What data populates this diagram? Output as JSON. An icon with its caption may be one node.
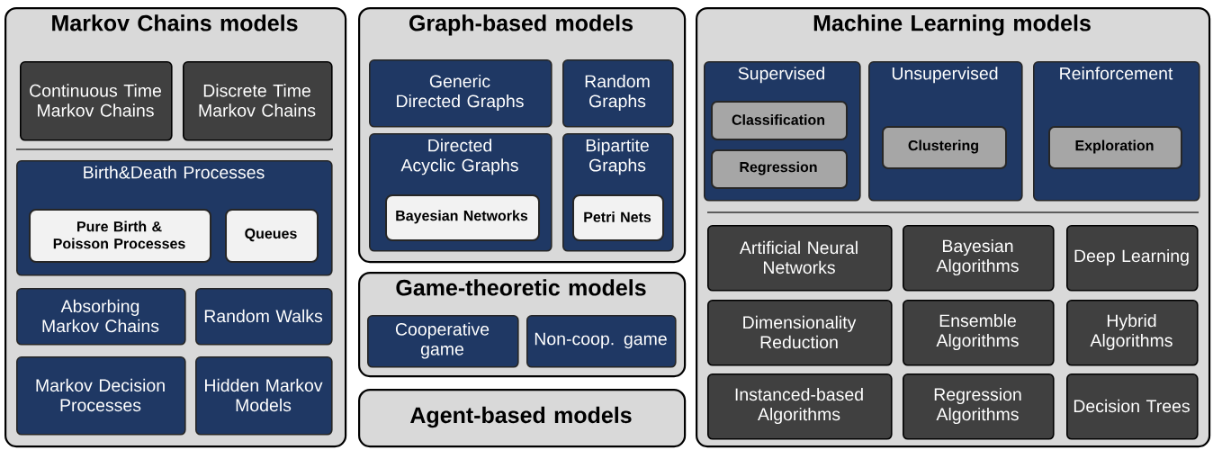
{
  "diagram": {
    "nodes": [
      {
        "text": [
          "Markov Chains models"
        ]
      },
      {
        "text": [
          "Continuous Time Markov Chains"
        ],
        "in": 0
      },
      {
        "text": [
          "Discrete Time Markov Chains"
        ],
        "in": 0
      },
      {
        "text": [
          "Birth&Death Processes"
        ],
        "in": 0
      },
      {
        "text": [
          "Pure Birth & Poisson Processes"
        ],
        "in": 3
      },
      {
        "text": [
          "Queues"
        ],
        "in": 3
      },
      {
        "text": [
          "Absorbing Markov Chains"
        ],
        "in": 0
      },
      {
        "text": [
          "Random Walks"
        ],
        "in": 0
      },
      {
        "text": [
          "Markov Decision Processes"
        ],
        "in": 0
      },
      {
        "text": [
          "Hidden Markov Models"
        ],
        "in": 0
      },
      {
        "text": [
          "Graph-based models"
        ]
      },
      {
        "text": [
          "Generic Directed Graphs"
        ],
        "in": 10
      },
      {
        "text": [
          "Random Graphs"
        ],
        "in": 10
      },
      {
        "text": [
          "Directed Acyclic Graphs"
        ],
        "in": 10
      },
      {
        "text": [
          "Bayesian Networks"
        ],
        "in": 13
      },
      {
        "text": [
          "Bipartite Graphs"
        ],
        "in": 10
      },
      {
        "text": [
          "Petri Nets"
        ],
        "in": 15
      },
      {
        "text": [
          "Game-theoretic models"
        ]
      },
      {
        "text": [
          "Cooperative game"
        ],
        "in": 17
      },
      {
        "text": [
          "Non-coop. game"
        ],
        "in": 17
      },
      {
        "text": [
          "Agent-based models"
        ]
      },
      {
        "text": [
          "Machine Learning models"
        ]
      },
      {
        "text": [
          "Supervised"
        ],
        "in": 21
      },
      {
        "text": [
          "Classification"
        ],
        "in": 22
      },
      {
        "text": [
          "Regression"
        ],
        "in": 22
      },
      {
        "text": [
          "Unsupervised"
        ],
        "in": 21
      },
      {
        "text": [
          "Clustering"
        ],
        "in": 25
      },
      {
        "text": [
          "Reinforcement"
        ],
        "in": 21
      },
      {
        "text": [
          "Exploration"
        ],
        "in": 27
      },
      {
        "text": [
          "Artificial Neural Networks"
        ],
        "in": 21
      },
      {
        "text": [
          "Bayesian Algorithms"
        ],
        "in": 21
      },
      {
        "text": [
          "Deep Learning"
        ],
        "in": 21
      },
      {
        "text": [
          "Dimensionality Reduction"
        ],
        "in": 21
      },
      {
        "text": [
          "Ensemble Algorithms"
        ],
        "in": 21
      },
      {
        "text": [
          "Hybrid Algorithms"
        ],
        "in": 21
      },
      {
        "text": [
          "Instanced-based Algorithms"
        ],
        "in": 21
      },
      {
        "text": [
          "Regression Algorithms"
        ],
        "in": 21
      },
      {
        "text": [
          "Decision Trees"
        ],
        "in": 21
      }
    ]
  }
}
